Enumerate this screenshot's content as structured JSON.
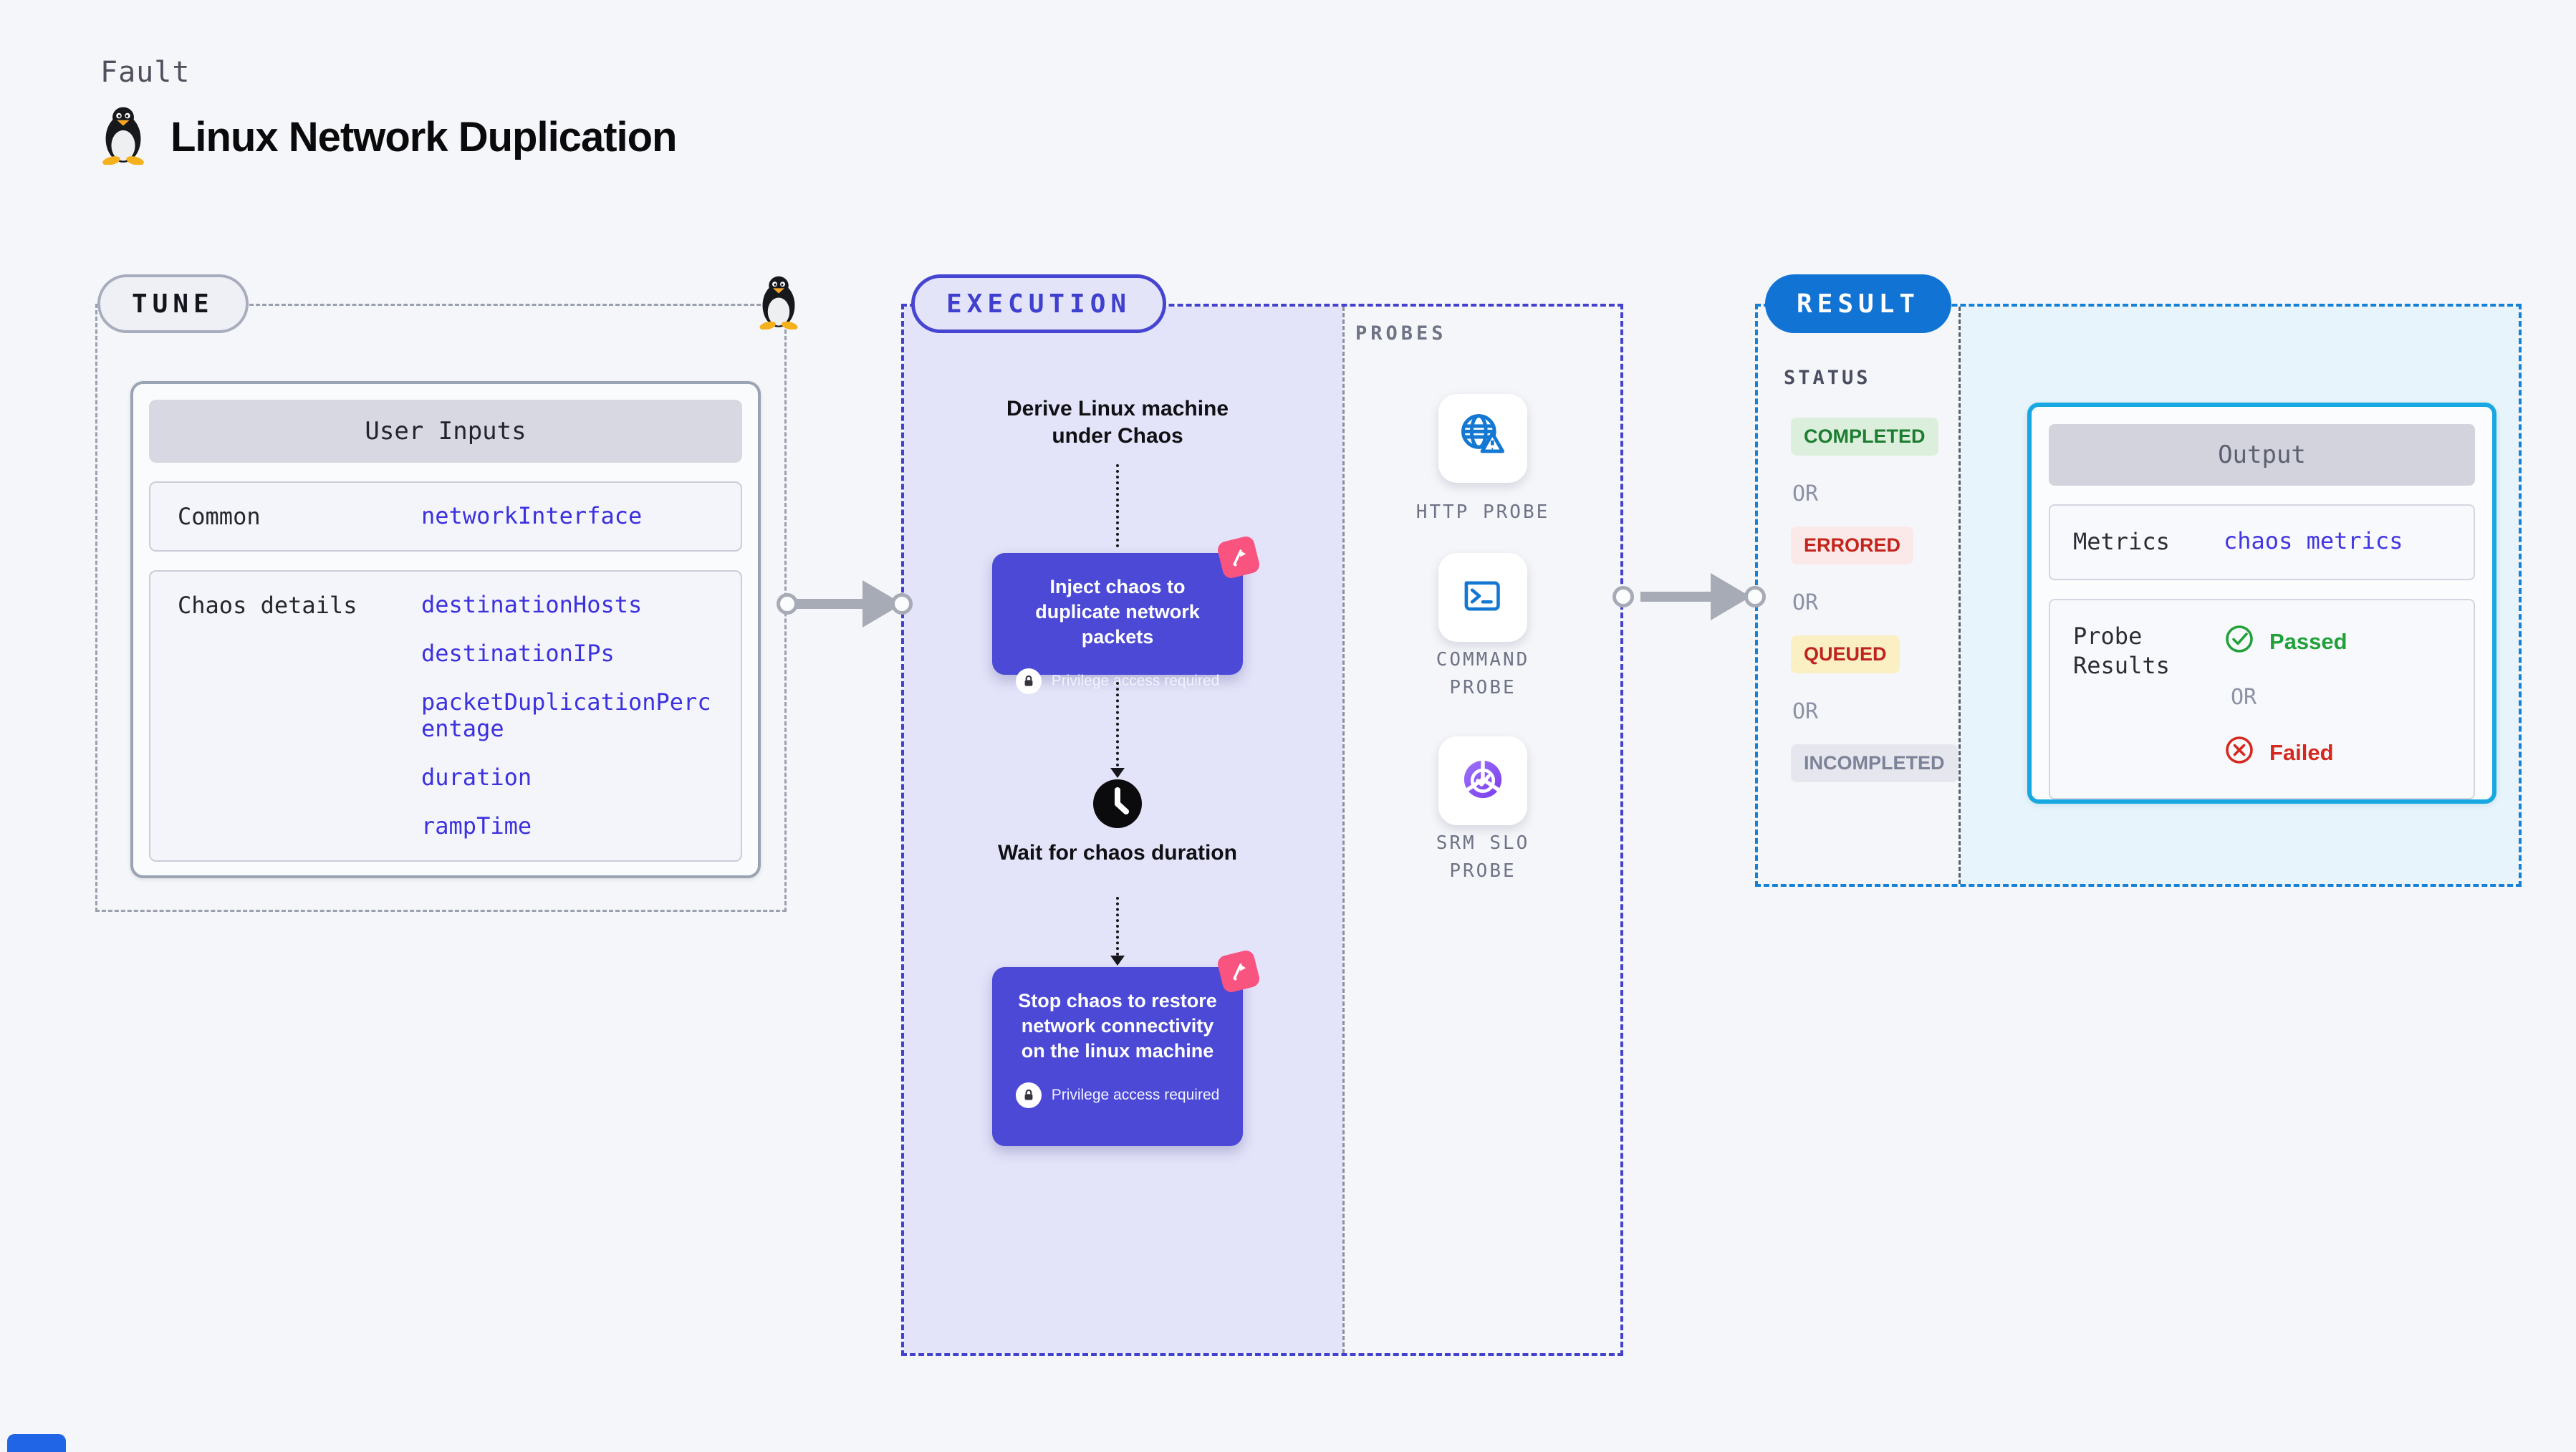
{
  "page": {
    "kicker": "Fault",
    "title": "Linux Network Duplication"
  },
  "tune": {
    "badge": "TUNE",
    "table_header": "User Inputs",
    "rows": [
      {
        "label": "Common",
        "values": [
          "networkInterface"
        ]
      },
      {
        "label": "Chaos details",
        "values": [
          "destinationHosts",
          "destinationIPs",
          "packetDuplicationPercentage",
          "duration",
          "rampTime"
        ]
      }
    ]
  },
  "execution": {
    "badge": "EXECUTION",
    "steps": {
      "derive": "Derive Linux machine under Chaos",
      "inject": "Inject chaos to duplicate network packets",
      "wait": "Wait for chaos duration",
      "stop": "Stop chaos to restore network connectivity on the linux machine",
      "privilege_note": "Privilege access required"
    },
    "probes": {
      "label": "PROBES",
      "items": [
        {
          "label": "HTTP PROBE",
          "icon": "globe-alert-icon"
        },
        {
          "label": "COMMAND PROBE",
          "icon": "terminal-icon"
        },
        {
          "label": "SRM SLO PROBE",
          "icon": "slo-donut-icon"
        }
      ]
    }
  },
  "result": {
    "badge": "RESULT",
    "status_label": "STATUS",
    "or_label": "OR",
    "statuses": [
      {
        "label": "COMPLETED",
        "fg": "#1c7d30",
        "bg": "#dcefdc"
      },
      {
        "label": "ERRORED",
        "fg": "#c3251c",
        "bg": "#fbe9e9"
      },
      {
        "label": "QUEUED",
        "fg": "#bf231d",
        "bg": "#fbf0c4"
      },
      {
        "label": "INCOMPLETED",
        "fg": "#7c8297",
        "bg": "#e6e7ee"
      }
    ],
    "output": {
      "header": "Output",
      "metrics_label": "Metrics",
      "metrics_value": "chaos metrics",
      "probe_results_label": "Probe Results",
      "passed": "Passed",
      "failed": "Failed"
    }
  },
  "colors": {
    "page_bg": "#f5f6f9",
    "execution_fill": "#e3e3f9",
    "execution_dash": "#4442cd",
    "chaos_step_bg": "#4b49d6",
    "chaos_brand_pink": "#f95380",
    "tune_dash": "#9aa0ae",
    "result_blue": "#1174d4",
    "result_dash": "#1481d6",
    "output_border_cyan": "#17a8e2",
    "output_panel_bg": "#e7f4fb",
    "link_blue": "#3c31de",
    "arrow_gray": "#a7abb5",
    "passed_green": "#21a13a",
    "failed_red": "#d6281e"
  }
}
